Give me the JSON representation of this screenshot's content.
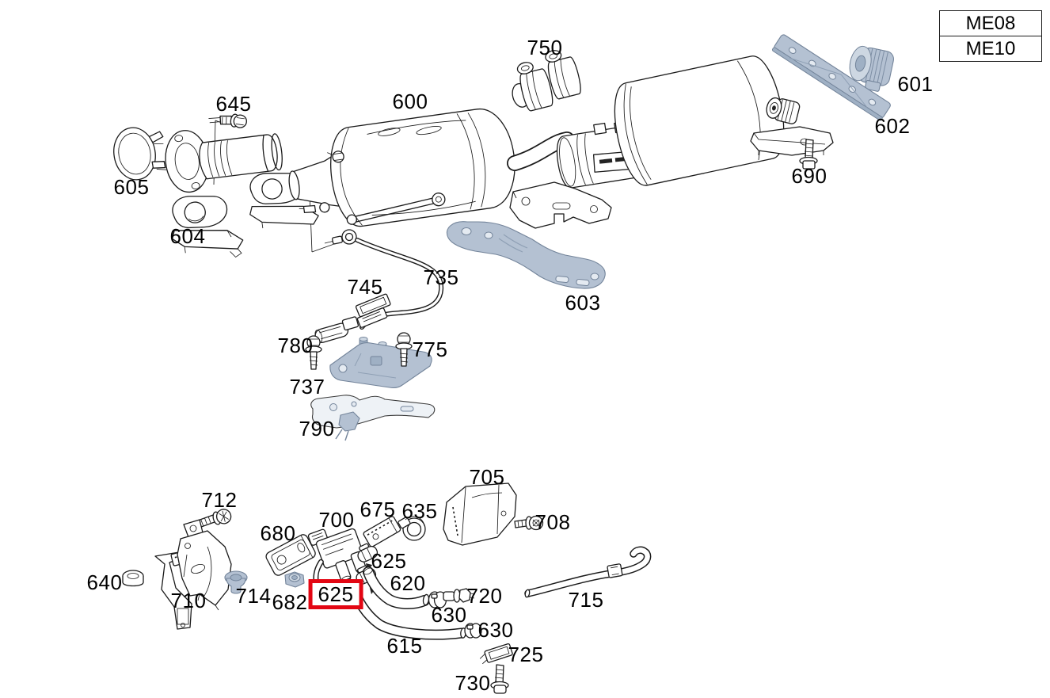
{
  "diagram": {
    "highlight_color": "#e30613",
    "line_color": "#1b1b1b",
    "shaded_part_color": "#b4c1d2",
    "background_color": "#ffffff"
  },
  "catalog_codes": [
    {
      "label": "ME08"
    },
    {
      "label": "ME10"
    }
  ],
  "parts": [
    {
      "ref": "600",
      "highlighted": false
    },
    {
      "ref": "645",
      "highlighted": false
    },
    {
      "ref": "605",
      "highlighted": false
    },
    {
      "ref": "604",
      "highlighted": false
    },
    {
      "ref": "750",
      "highlighted": false
    },
    {
      "ref": "601",
      "highlighted": false
    },
    {
      "ref": "602",
      "highlighted": false
    },
    {
      "ref": "690",
      "highlighted": false
    },
    {
      "ref": "603",
      "highlighted": false
    },
    {
      "ref": "735",
      "highlighted": false
    },
    {
      "ref": "745",
      "highlighted": false
    },
    {
      "ref": "780",
      "highlighted": false
    },
    {
      "ref": "775",
      "highlighted": false
    },
    {
      "ref": "737",
      "highlighted": false
    },
    {
      "ref": "790",
      "highlighted": false
    },
    {
      "ref": "705",
      "highlighted": false
    },
    {
      "ref": "708",
      "highlighted": false
    },
    {
      "ref": "712",
      "highlighted": false
    },
    {
      "ref": "680",
      "highlighted": false
    },
    {
      "ref": "700",
      "highlighted": false
    },
    {
      "ref": "675",
      "highlighted": false
    },
    {
      "ref": "635",
      "highlighted": false
    },
    {
      "ref": "640",
      "highlighted": false
    },
    {
      "ref": "710",
      "highlighted": false
    },
    {
      "ref": "714",
      "highlighted": false
    },
    {
      "ref": "682",
      "highlighted": false
    },
    {
      "ref": "625",
      "highlighted": false
    },
    {
      "ref": "625",
      "highlighted": true
    },
    {
      "ref": "620",
      "highlighted": false
    },
    {
      "ref": "630",
      "highlighted": false
    },
    {
      "ref": "720",
      "highlighted": false
    },
    {
      "ref": "715",
      "highlighted": false
    },
    {
      "ref": "615",
      "highlighted": false
    },
    {
      "ref": "630",
      "highlighted": false
    },
    {
      "ref": "725",
      "highlighted": false
    },
    {
      "ref": "730",
      "highlighted": false
    }
  ]
}
